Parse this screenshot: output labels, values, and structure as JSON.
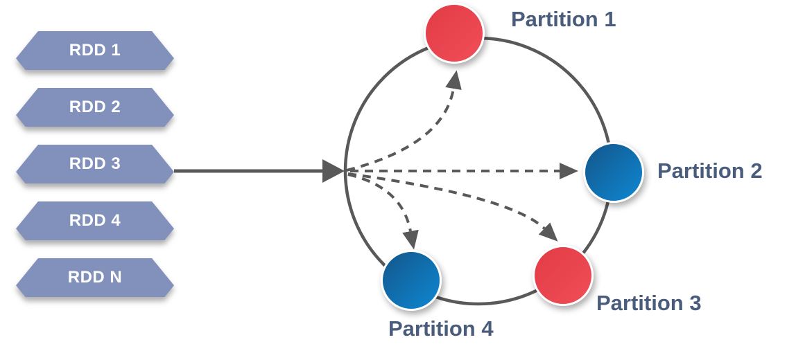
{
  "rdds": {
    "items": [
      {
        "label": "RDD 1"
      },
      {
        "label": "RDD 2"
      },
      {
        "label": "RDD 3"
      },
      {
        "label": "RDD 4"
      },
      {
        "label": "RDD N"
      }
    ]
  },
  "partitions": {
    "items": [
      {
        "label": "Partition 1",
        "color": "red"
      },
      {
        "label": "Partition 2",
        "color": "blue"
      },
      {
        "label": "Partition 3",
        "color": "red"
      },
      {
        "label": "Partition 4",
        "color": "blue"
      }
    ]
  },
  "colors": {
    "banner": "#8191bc",
    "banner_text": "#ffffff",
    "line": "#595959",
    "partition_label": "#4a5c7c",
    "red_start": "#e23b46",
    "red_end": "#f04e58",
    "blue_start": "#13568b",
    "blue_end": "#0e87d1"
  }
}
